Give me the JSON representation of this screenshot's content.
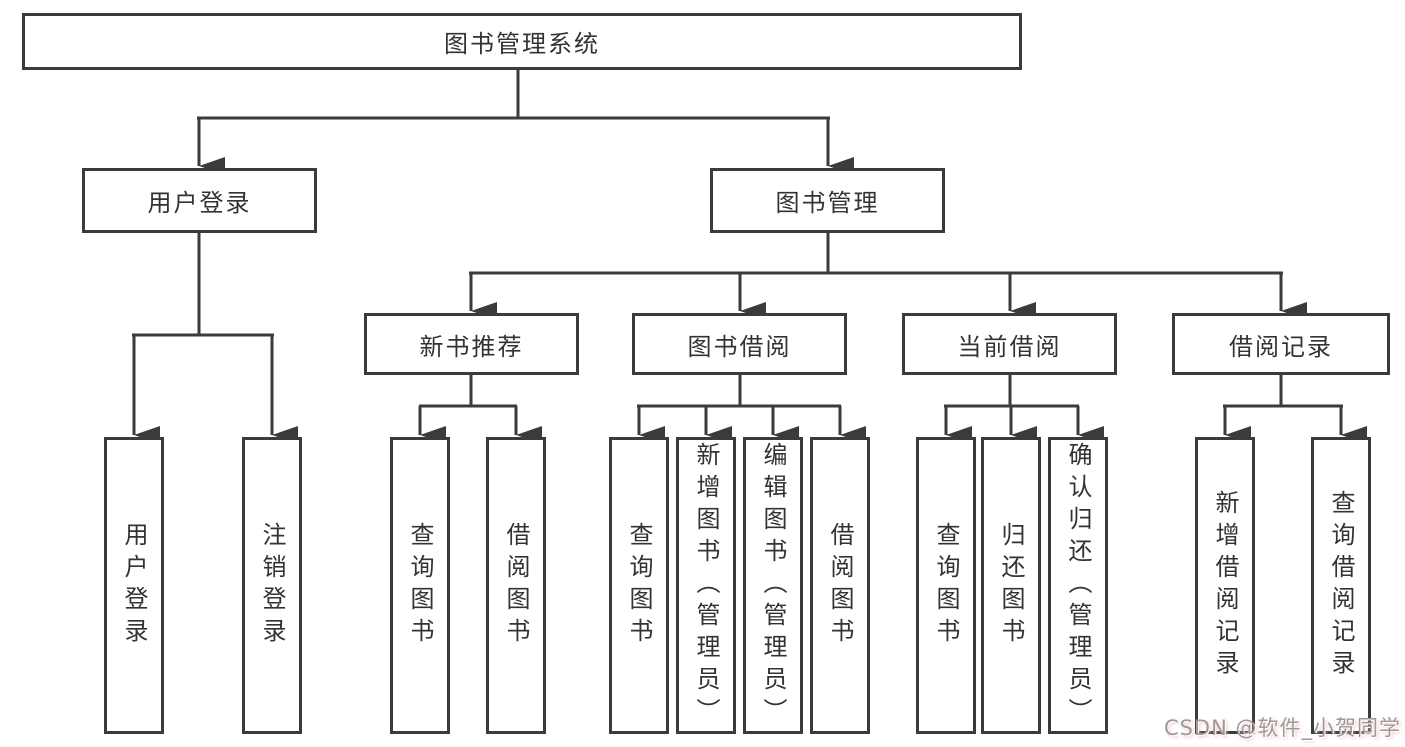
{
  "diagram": {
    "root": {
      "label": "图书管理系统"
    },
    "level2": [
      {
        "label": "用户登录"
      },
      {
        "label": "图书管理"
      }
    ],
    "level3": [
      {
        "label": "新书推荐"
      },
      {
        "label": "图书借阅"
      },
      {
        "label": "当前借阅"
      },
      {
        "label": "借阅记录"
      }
    ],
    "leaves": {
      "user_login": [
        {
          "label": "用户登录"
        },
        {
          "label": "注销登录"
        }
      ],
      "new_book": [
        {
          "label": "查询图书"
        },
        {
          "label": "借阅图书"
        }
      ],
      "book_borrow": [
        {
          "label": "查询图书"
        },
        {
          "label": "新增图书（管理员）"
        },
        {
          "label": "编辑图书（管理员）"
        },
        {
          "label": "借阅图书"
        }
      ],
      "current_borrow": [
        {
          "label": "查询图书"
        },
        {
          "label": "归还图书"
        },
        {
          "label": "确认归还（管理员）"
        }
      ],
      "borrow_record": [
        {
          "label": "新增借阅记录"
        },
        {
          "label": "查询借阅记录"
        }
      ]
    }
  },
  "watermark": {
    "text": "CSDN @软件_小贺同学"
  },
  "colors": {
    "line": "#3b3b3b",
    "box_border": "#3b3b3b",
    "text": "#333333",
    "background": "#ffffff",
    "watermark_text": "#9a9a9a"
  }
}
